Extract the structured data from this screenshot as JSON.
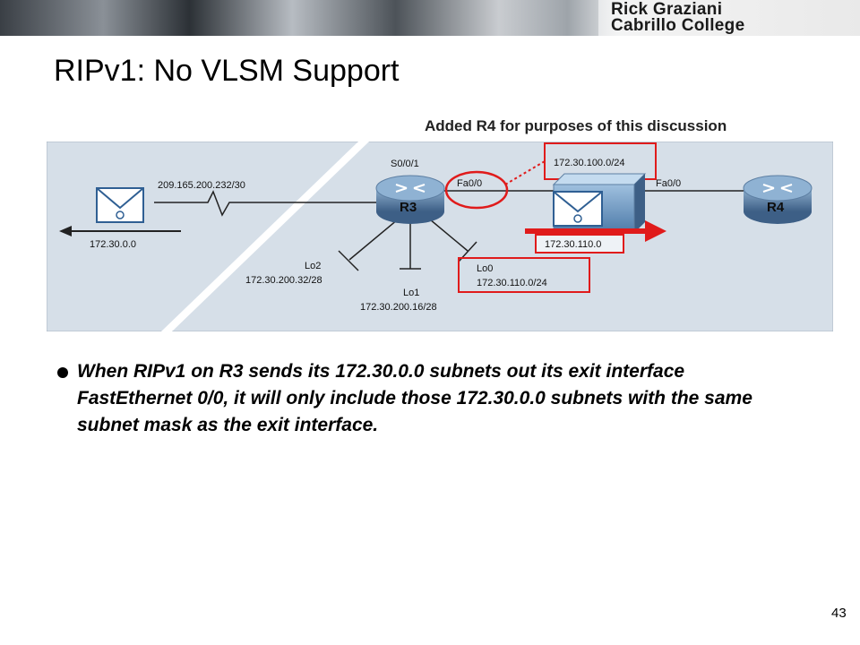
{
  "banner": {
    "line1": "Rick Graziani",
    "line2": "Cabrillo College"
  },
  "slide": {
    "title": "RIPv1: No VLSM Support",
    "note": "Added R4 for purposes of this discussion",
    "bullet": "When RIPv1 on R3 sends its 172.30.0.0 subnets out its exit interface FastEthernet 0/0, it will only include those 172.30.0.0 subnets with the same subnet mask as the exit interface.",
    "page_number": "43"
  },
  "diagram": {
    "serial_network": "209.165.200.232/30",
    "update_network": "172.30.0.0",
    "r3_label": "R3",
    "r4_label": "R4",
    "r3_serial": "S0/0/1",
    "r3_fa": "Fa0/0",
    "switch_fa": "Fa0/0",
    "lan_subnet": "172.30.100.0/24",
    "update_to_r4": "172.30.110.0",
    "lo0_name": "Lo0",
    "lo0_subnet": "172.30.110.0/24",
    "lo1_name": "Lo1",
    "lo1_subnet": "172.30.200.16/28",
    "lo2_name": "Lo2",
    "lo2_subnet": "172.30.200.32/28",
    "colors": {
      "panel": "#d6dfe8",
      "highlight": "#e01b1b",
      "router": "#5d7fa3"
    }
  }
}
